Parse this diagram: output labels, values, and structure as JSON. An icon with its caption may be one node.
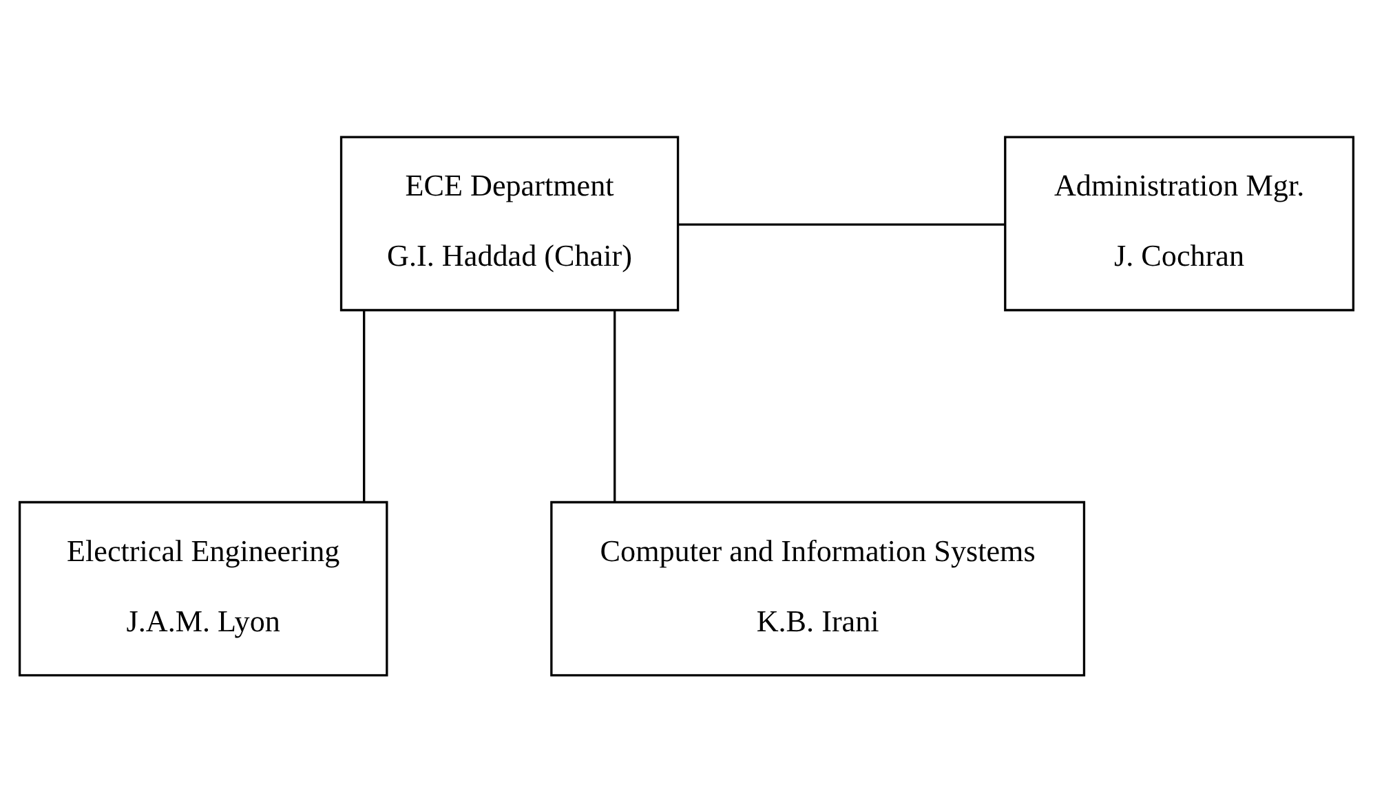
{
  "diagram": {
    "nodes": [
      {
        "text": [
          "ECE Department",
          "G.I. Haddad (Chair)"
        ]
      },
      {
        "text": [
          "Administration Mgr.",
          "J. Cochran"
        ]
      },
      {
        "text": [
          "Electrical Engineering",
          "J.A.M. Lyon"
        ]
      },
      {
        "text": [
          "Computer and Information Systems",
          "K.B. Irani"
        ]
      }
    ],
    "edges": [
      {
        "from": 0,
        "to": 1,
        "arrow": "none"
      },
      {
        "from": 0,
        "to": 2,
        "arrow": "none"
      },
      {
        "from": 0,
        "to": 3,
        "arrow": "none"
      }
    ]
  }
}
